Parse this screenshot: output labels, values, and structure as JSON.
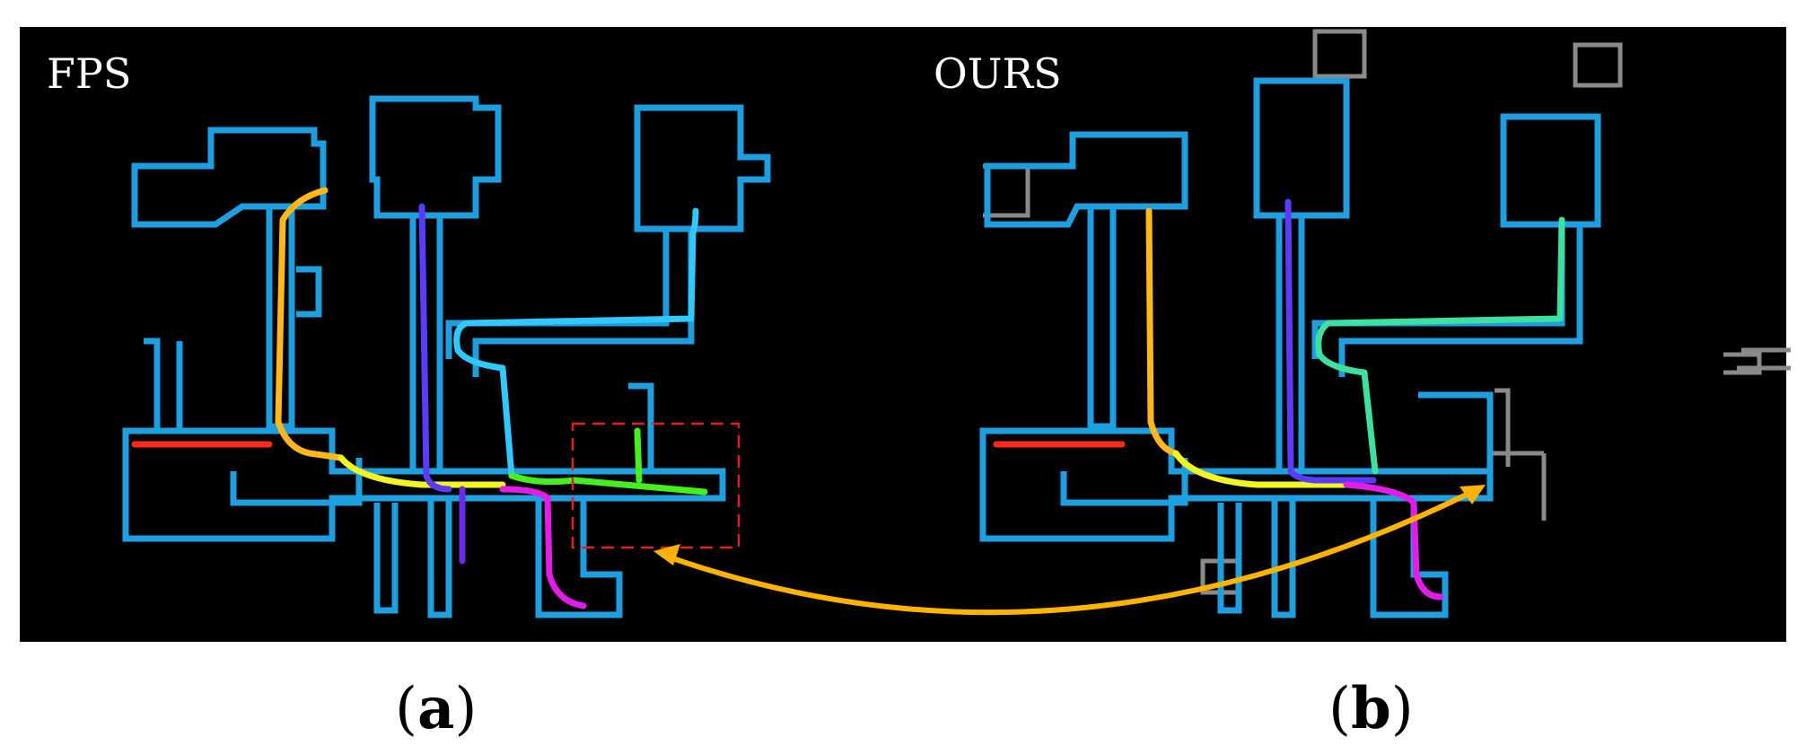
{
  "figure": {
    "panel_a": {
      "label": "FPS",
      "caption_open": "(",
      "caption_letter": "a",
      "caption_close": ")"
    },
    "panel_b": {
      "label": "OURS",
      "caption_open": "(",
      "caption_letter": "b",
      "caption_close": ")"
    }
  },
  "colors": {
    "background": "#000000",
    "map_outline_cyan": "#1e9fe0",
    "map_outline_gray": "#8a8a8a",
    "highlight_box": "#e02020",
    "connector_arrow": "#ffb300",
    "traj_red": "#ff2a1a",
    "traj_orange_yellow": "#ffb81c",
    "traj_yellow": "#f4f520",
    "traj_blue_violet": "#5a3cff",
    "traj_green": "#46f01c",
    "traj_cyan_green": "#3ee0a0",
    "traj_magenta": "#e31ce8",
    "traj_light_blue": "#30c8ff"
  }
}
